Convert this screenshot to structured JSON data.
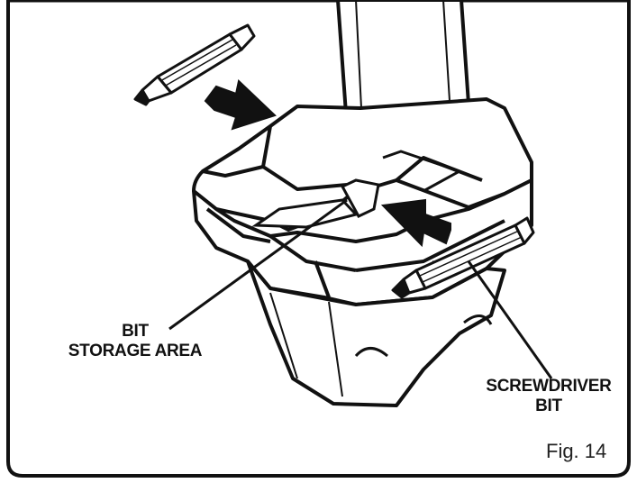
{
  "labels": {
    "bit_storage_line1": "BIT",
    "bit_storage_line2": "STORAGE AREA",
    "screwdriver_line1": "SCREWDRIVER",
    "screwdriver_line2": "BIT",
    "figure": "Fig. 14"
  }
}
